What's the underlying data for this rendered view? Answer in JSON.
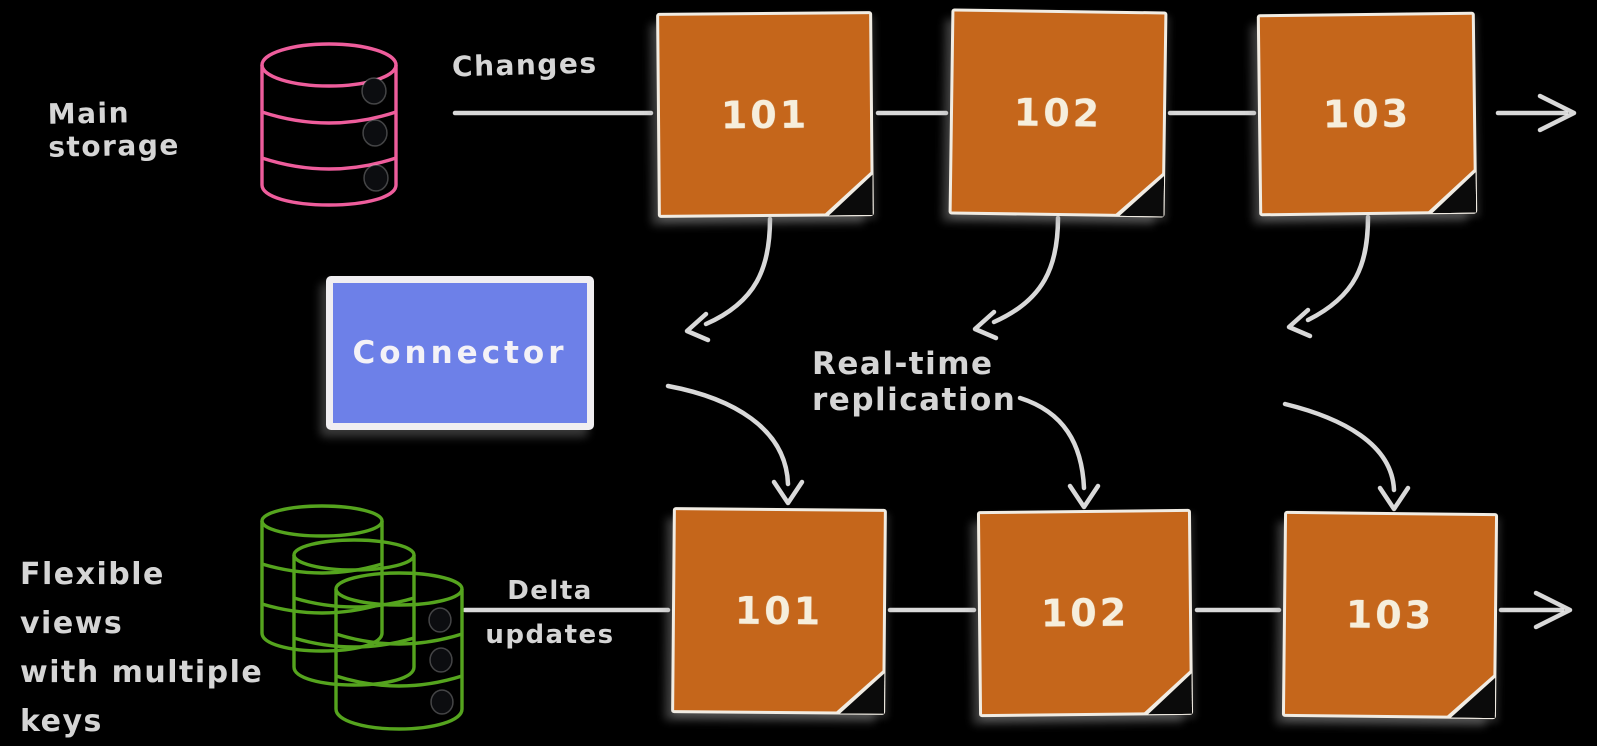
{
  "colors": {
    "background": "#000000",
    "note_fill": "#c5661b",
    "note_border": "#f1ece3",
    "note_text": "#f6eedc",
    "fold_fill": "#0b0b0b",
    "connector_fill": "#6d80e8",
    "connector_border": "#f0eef1",
    "connector_text": "#f4f2f7",
    "db_fill": "#3489dc",
    "db_top_fill": "#0c0d10",
    "source_db_outline": "#ee5d9c",
    "replica_db_outline": "#55a41e",
    "line_color": "#ececec",
    "label_text": "#e6e6e6"
  },
  "diagram": {
    "source_db_label": "Main storage",
    "changes_label": "Changes",
    "connector_label": "Connector",
    "replication_label": "Real-time replication",
    "flexible_label_lines": [
      "Flexible views",
      "with multiple",
      "keys"
    ],
    "delta_label_lines": [
      "Delta",
      "updates"
    ],
    "top_notes": [
      {
        "label": "101"
      },
      {
        "label": "102"
      },
      {
        "label": "103"
      }
    ],
    "bottom_notes": [
      {
        "label": "101"
      },
      {
        "label": "102"
      },
      {
        "label": "103"
      }
    ],
    "icons": {
      "source_db": "database-cylinder",
      "replica_db": "database-cylinder-stack",
      "note_fold": "folded-corner",
      "flow_arrow": "arrow-right"
    }
  }
}
